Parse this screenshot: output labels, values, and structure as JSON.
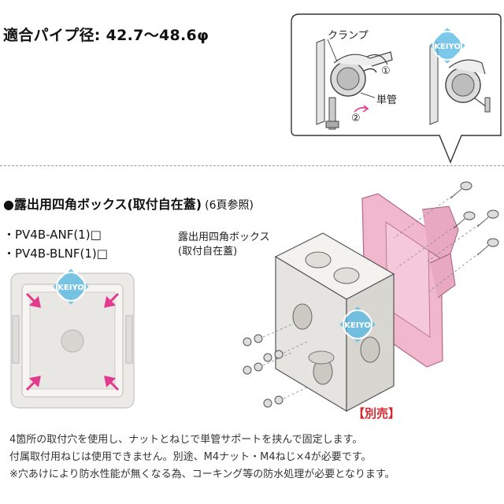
{
  "pipe_heading": "適合パイプ径: 42.7〜48.6φ",
  "callout": {
    "clamp_label": "クランプ",
    "pipe_label": "単管",
    "step1": "①",
    "step2": "②"
  },
  "watermark_text": "KEIYO",
  "section": {
    "title": "●露出用四角ボックス(取付自在蓋)",
    "reference": "(6頁参照)"
  },
  "models": [
    "・PV4B-ANF(1)□",
    "・PV4B-BLNF(1)□"
  ],
  "box_caption": [
    "露出用四角ボックス",
    "(取付自在蓋)"
  ],
  "separate_sale_label": "【別売】",
  "notes": [
    "4箇所の取付穴を使用し、ナットとねじで単管サポートを挟んで固定します。",
    "付属取付用ねじは使用できません。別途、M4ナット・M4ねじ×4が必要です。",
    "※穴あけにより防水性能が無くなる為、コーキング等の防水処理が必要となります。"
  ],
  "colors": {
    "accent_pink": "#e23a8f",
    "support_plate": "#f0b7cd",
    "separate_sale_red": "#d8262f",
    "watermark_blue": "#4fb6e3"
  }
}
